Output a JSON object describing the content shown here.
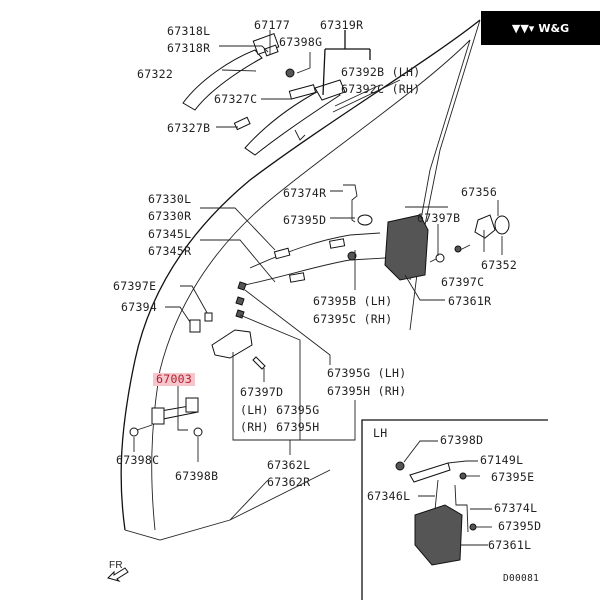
{
  "brand": {
    "name": "W&G",
    "logo_icon": "triple-chevron-logo-icon"
  },
  "diagram": {
    "id_code": "D00081",
    "direction_label": "FR",
    "inset_label": "LH",
    "highlighted_part": "67003",
    "labels": {
      "p67318L": "67318L",
      "p67318R": "67318R",
      "p67177": "67177",
      "p67319R": "67319R",
      "p67398G": "67398G",
      "p67322": "67322",
      "p67392B": "67392B (LH)",
      "p67392C": "67392C (RH)",
      "p67327C": "67327C",
      "p67327B": "67327B",
      "p67330L": "67330L",
      "p67330R": "67330R",
      "p67374R": "67374R",
      "p67395D": "67395D",
      "p67345L": "67345L",
      "p67345R": "67345R",
      "p67397E": "67397E",
      "p67394": "67394",
      "p67356": "67356",
      "p67397B": "67397B",
      "p67352": "67352",
      "p67397C": "67397C",
      "p67361R": "67361R",
      "p67395B": "67395B (LH)",
      "p67395C": "67395C (RH)",
      "p67395G": "67395G (LH)",
      "p67395H": "67395H (RH)",
      "p67003": "67003",
      "p67397D": "67397D",
      "p67395G_lh": "(LH) 67395G",
      "p67395H_rh": "(RH) 67395H",
      "p67398C": "67398C",
      "p67398B": "67398B",
      "p67362L": "67362L",
      "p67362R": "67362R",
      "p67398D": "67398D",
      "p67149L": "67149L",
      "p67395E": "67395E",
      "p67346L": "67346L",
      "p67374L": "67374L",
      "p67395D_lh": "67395D",
      "p67361L": "67361L"
    }
  }
}
